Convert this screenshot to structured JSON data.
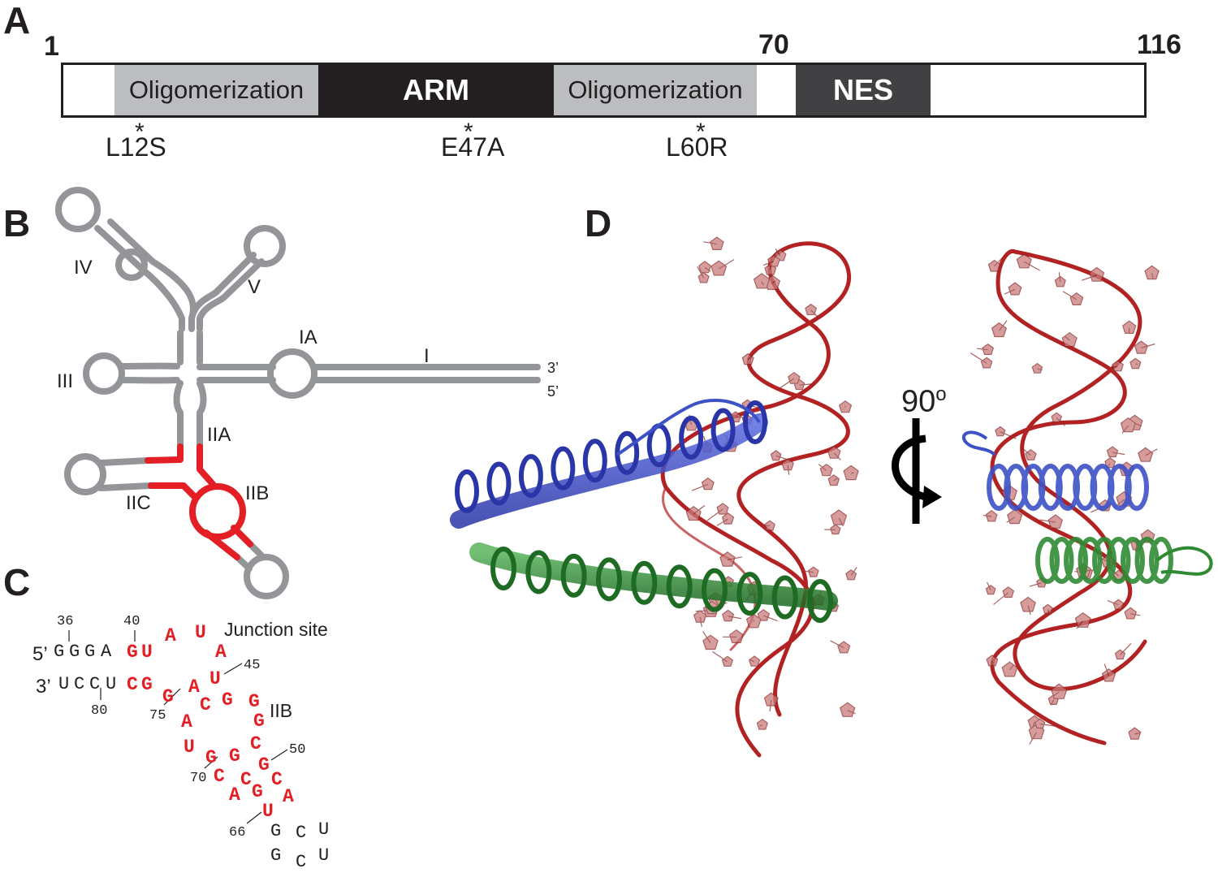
{
  "panels": {
    "a": "A",
    "b": "B",
    "c": "C",
    "d": "D"
  },
  "domain_map": {
    "start": "1",
    "mid": "70",
    "end": "116",
    "segments": [
      "Oligomerization",
      "ARM",
      "Oligomerization",
      "NES"
    ],
    "mutations": [
      "L12S",
      "E47A",
      "L60R"
    ],
    "mutation_marker": "*"
  },
  "rre_diagram": {
    "stem_labels": [
      "IV",
      "V",
      "IA",
      "I",
      "III",
      "IIA",
      "IIB",
      "IIC"
    ],
    "ends": [
      "3’",
      "5’"
    ],
    "colors": {
      "stem": "#939598",
      "highlight": "#e31e24"
    }
  },
  "sequence": {
    "end5": "5’",
    "end3": "3’",
    "site_label": "Junction site",
    "loop_label": "IIB",
    "numbers": [
      "36",
      "40",
      "45",
      "80",
      "75",
      "50",
      "70",
      "66"
    ]
  },
  "structure": {
    "rotation": "90",
    "rotation_sup": "o",
    "colors": {
      "rna": "#b22222",
      "chain_a": "#3d52c7",
      "chain_b": "#2f8a34"
    }
  }
}
